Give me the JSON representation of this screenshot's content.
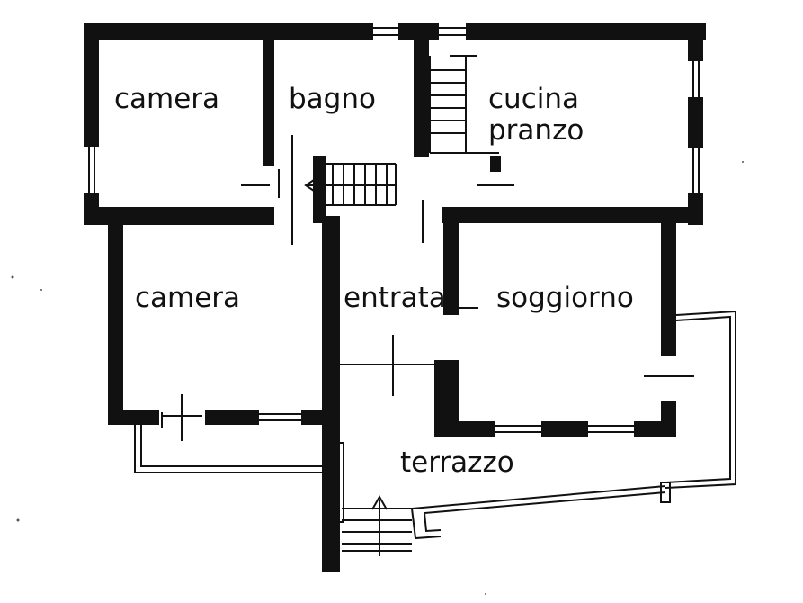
{
  "floor_plan": {
    "rooms": {
      "camera_top": "camera",
      "bagno": "bagno",
      "cucina_line1": "cucina",
      "cucina_line2": "pranzo",
      "camera_bottom": "camera",
      "entrata": "entrata",
      "soggiorno": "soggiorno",
      "terrazzo": "terrazzo"
    }
  },
  "colors": {
    "wall": "#111111",
    "background": "#ffffff"
  }
}
